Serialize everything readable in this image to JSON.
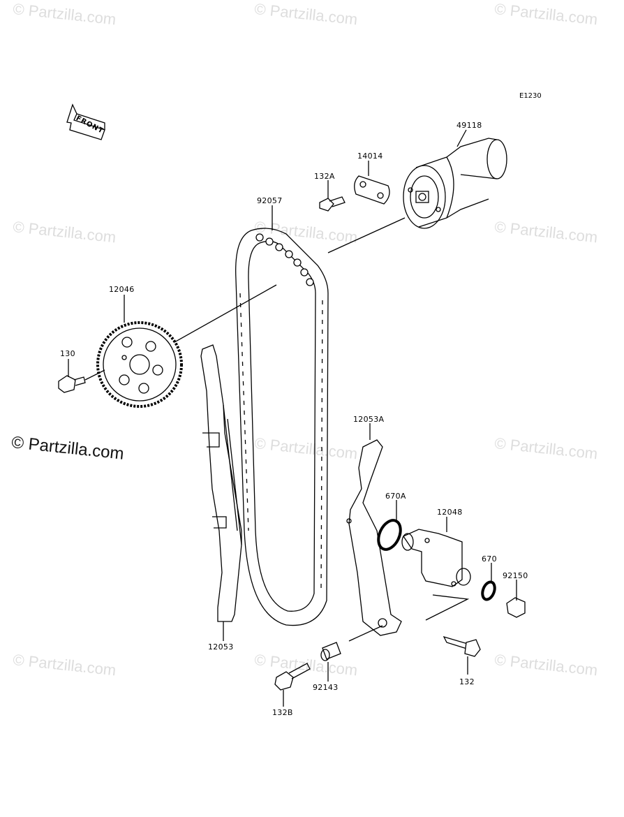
{
  "watermark": {
    "text": "© Partzilla.com",
    "main_text": "© Partzilla.com"
  },
  "diagram_code": "E1230",
  "front_arrow_label": "FRONT",
  "parts": {
    "camshaft": "49118",
    "plate": "14014",
    "bolt_132a": "132A",
    "chain": "92057",
    "sprocket": "12046",
    "bolt_130": "130",
    "guide": "12053",
    "guide_a": "12053A",
    "oring_670a": "670A",
    "tensioner": "12048",
    "oring_670": "670",
    "bolt_92150": "92150",
    "bolt_132": "132",
    "collar": "92143",
    "bolt_132b": "132B"
  },
  "colors": {
    "line": "#000000",
    "watermark": "#c8c8c8"
  }
}
